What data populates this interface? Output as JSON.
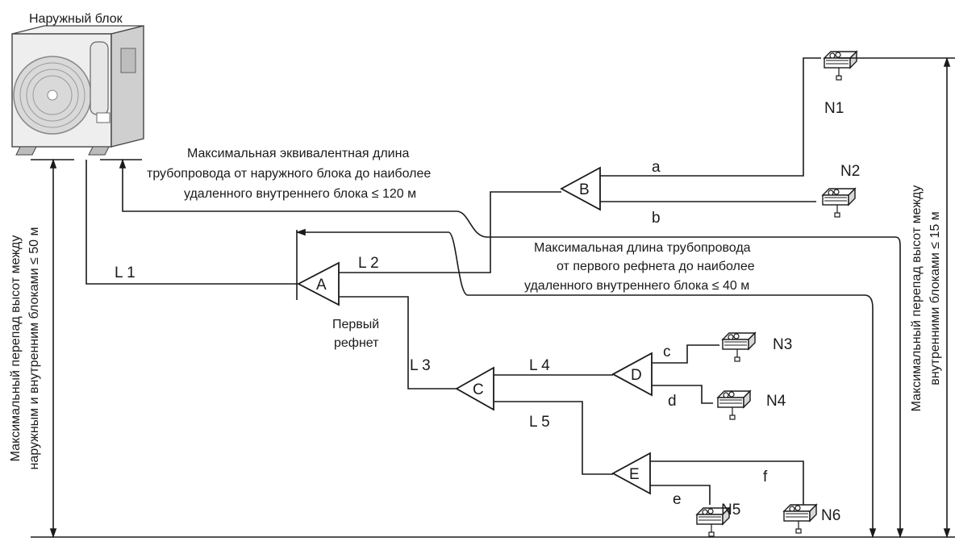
{
  "outdoor_unit": {
    "label": "Наружный блок"
  },
  "refnets": {
    "A": "A",
    "B": "B",
    "C": "C",
    "D": "D",
    "E": "E",
    "first_refnet": [
      "Первый",
      "рефнет"
    ]
  },
  "indoor_units": {
    "N1": "N1",
    "N2": "N2",
    "N3": "N3",
    "N4": "N4",
    "N5": "N5",
    "N6": "N6"
  },
  "pipes": {
    "L1": "L 1",
    "L2": "L 2",
    "L3": "L 3",
    "L4": "L 4",
    "L5": "L 5",
    "a": "a",
    "b": "b",
    "c": "c",
    "d": "d",
    "e": "e",
    "f": "f"
  },
  "notes": {
    "max_equivalent_length": [
      "Максимальная эквивалентная длина",
      "трубопровода от наружного блока до наиболее",
      "удаленного внутреннего блока ≤ 120 м"
    ],
    "max_length_from_first_refnet": [
      "Максимальная длина трубопровода",
      "от первого рефнета до наиболее",
      "удаленного внутреннего блока ≤ 40 м"
    ],
    "height_outdoor_indoor": [
      "Максимальный перепад высот между",
      "наружным и внутренним блоками ≤ 50 м"
    ],
    "height_indoor_indoor": [
      "Максимальный перепад высот между",
      "внутренними блоками ≤ 15 м"
    ]
  }
}
